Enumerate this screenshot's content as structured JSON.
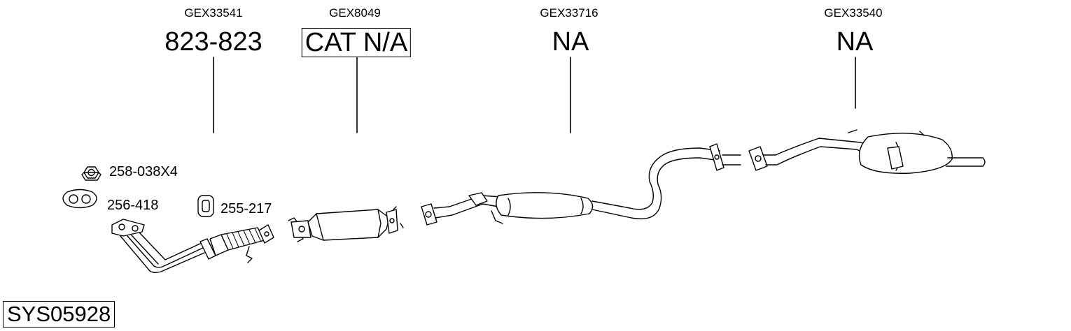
{
  "parts": [
    {
      "code": "GEX33541",
      "ref": "823-823",
      "boxed": false
    },
    {
      "code": "GEX8049",
      "ref": "CAT N/A",
      "boxed": true
    },
    {
      "code": "GEX33716",
      "ref": "NA",
      "boxed": false
    },
    {
      "code": "GEX33540",
      "ref": "NA",
      "boxed": false
    }
  ],
  "accessories": [
    {
      "label": "258-038X4",
      "icon": "nut-icon"
    },
    {
      "label": "256-418",
      "icon": "gasket-icon"
    },
    {
      "label": "255-217",
      "icon": "rubber-mount-icon"
    }
  ],
  "system_code": "SYS05928"
}
